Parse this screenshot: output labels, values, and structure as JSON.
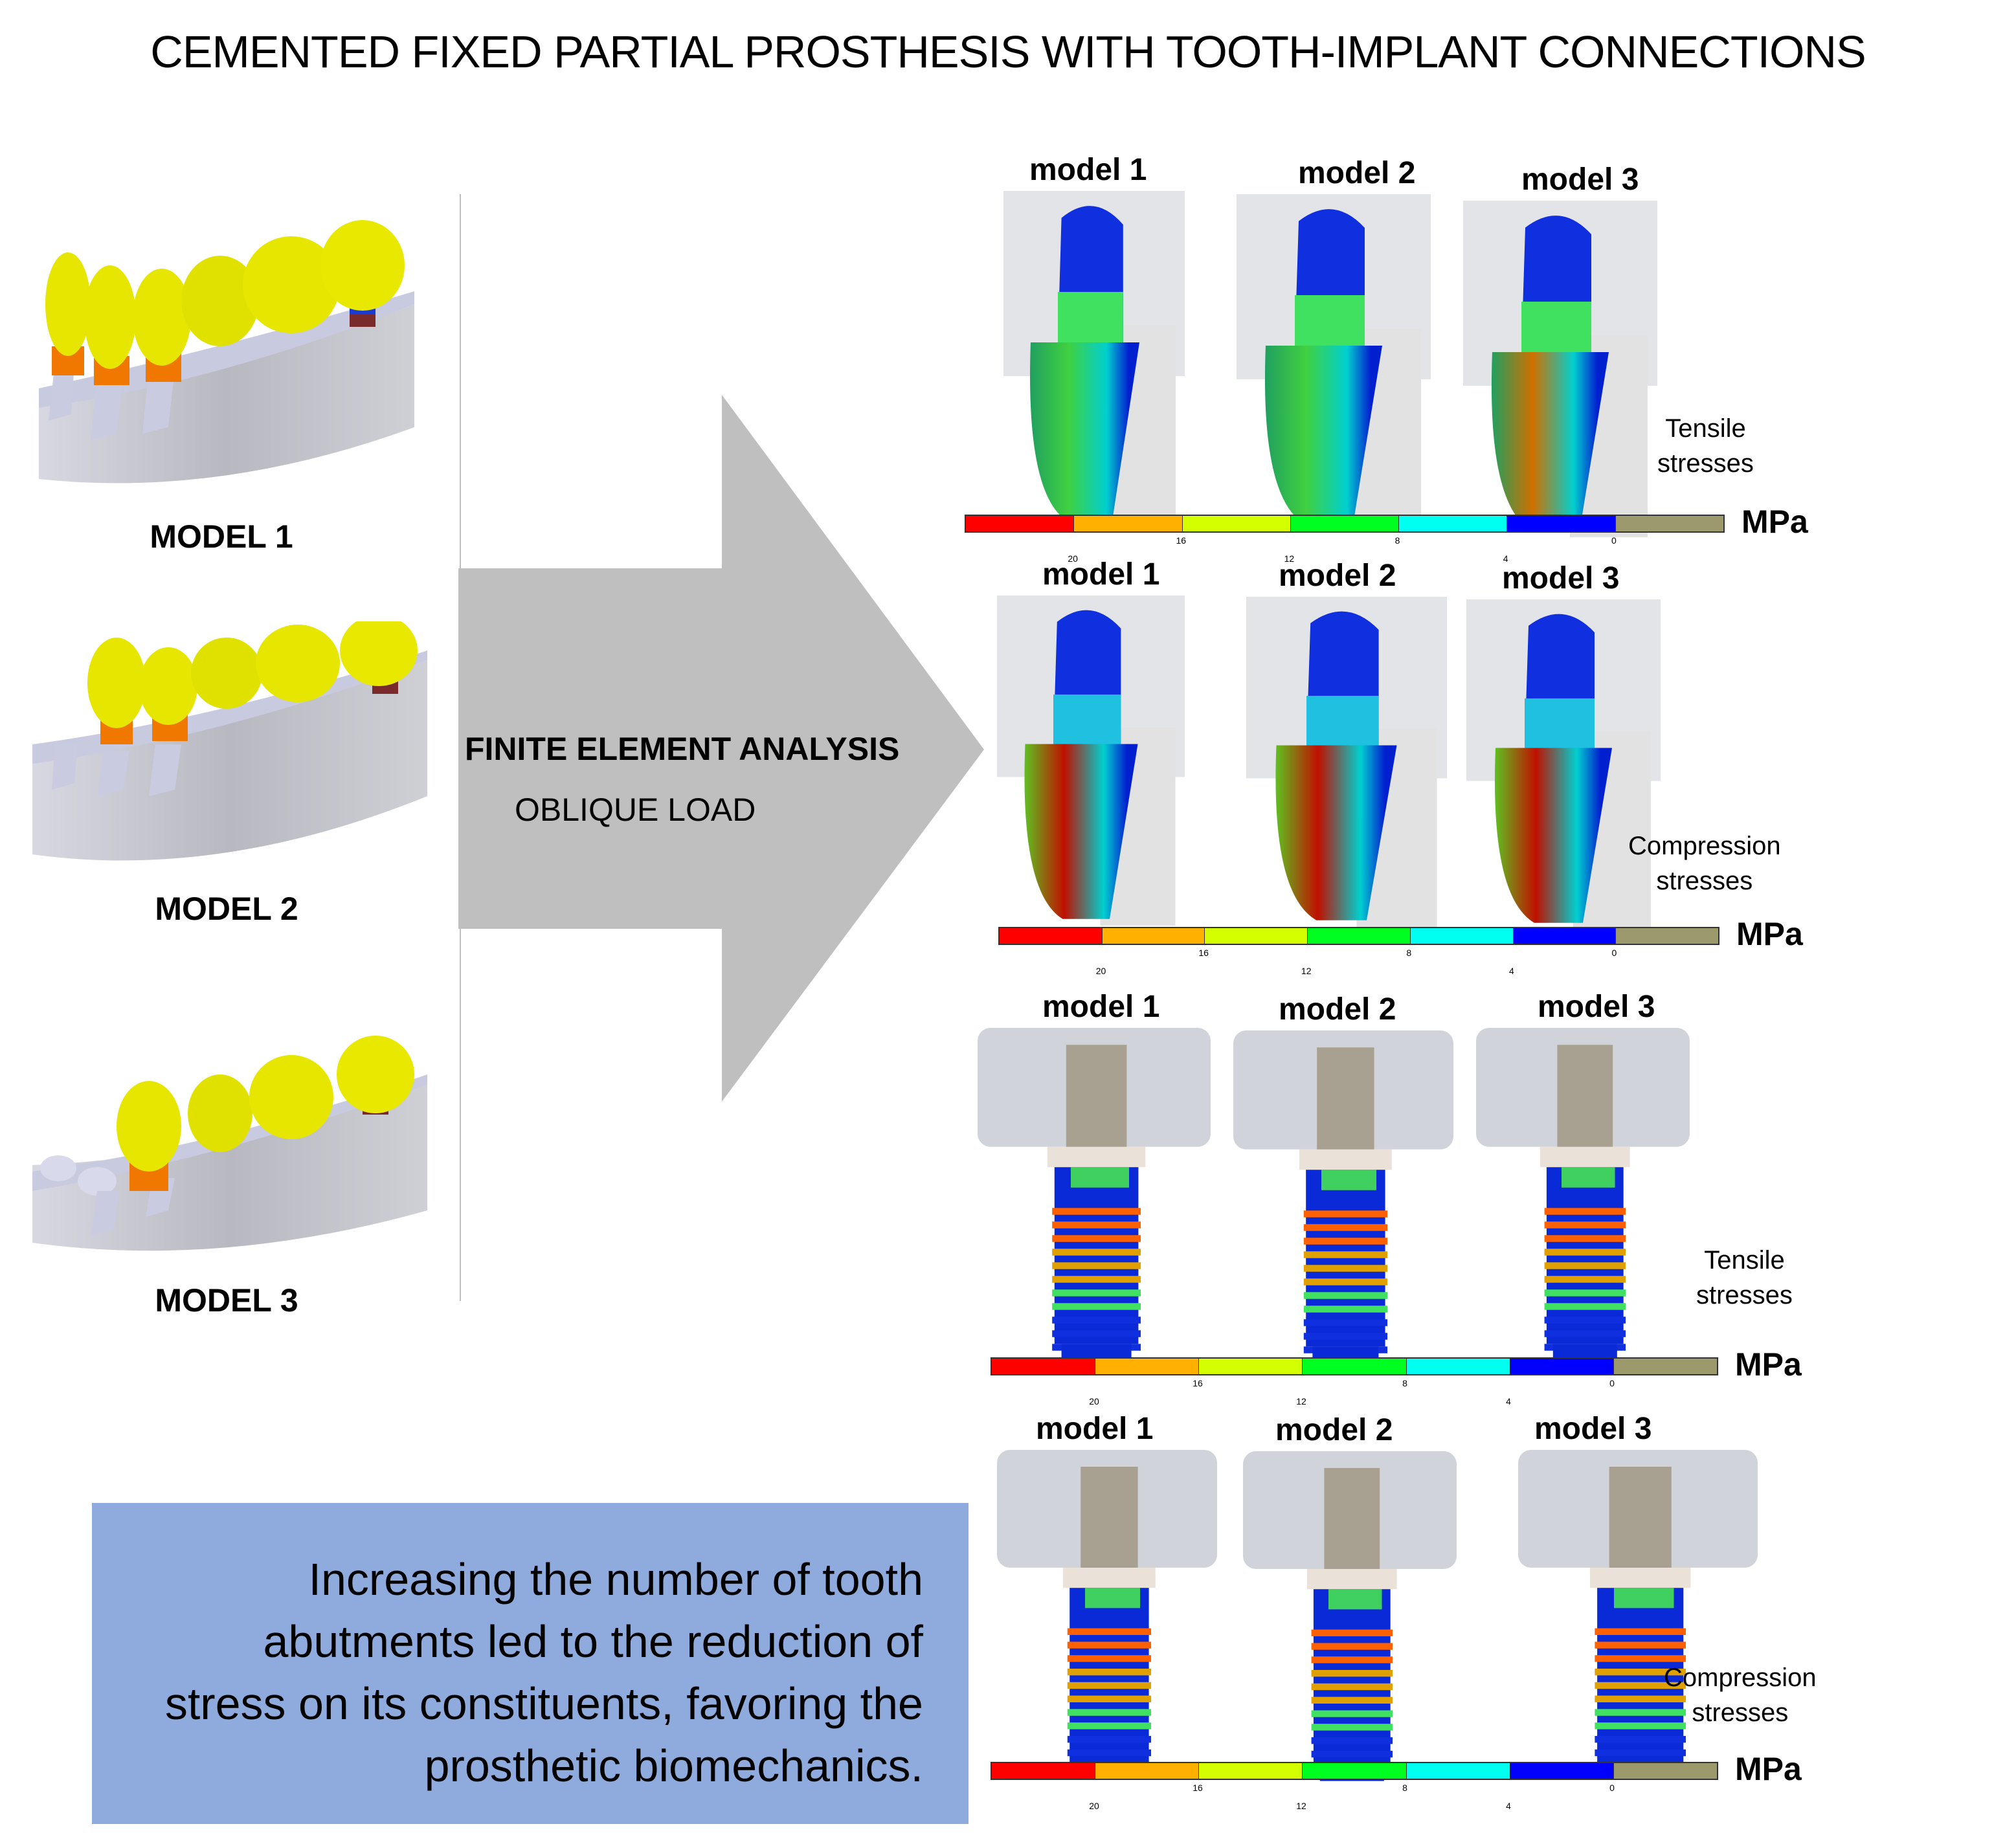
{
  "title": "CEMENTED FIXED PARTIAL PROSTHESIS WITH TOOTH-IMPLANT CONNECTIONS",
  "left_models": [
    {
      "label": "MODEL 1",
      "tooth_abutments": 3
    },
    {
      "label": "MODEL 2",
      "tooth_abutments": 2
    },
    {
      "label": "MODEL 3",
      "tooth_abutments": 1
    }
  ],
  "arrow": {
    "title": "FINITE ELEMENT ANALYSIS",
    "subtitle": "OBLIQUE LOAD"
  },
  "colors": {
    "arrow": "#bfbfbf",
    "summary_box": "#8faadc",
    "crown": "#e6e600",
    "tooth_abutment": "#f07800",
    "base": "#c8c8d2"
  },
  "scale": {
    "unit": "MPa",
    "colors": [
      "#ff0000",
      "#ffb000",
      "#d4ff00",
      "#00ff20",
      "#00fff0",
      "#0000ff",
      "#9c9a6c"
    ],
    "ticks_upper": [
      "16",
      "8",
      "0"
    ],
    "ticks_lower": [
      "20",
      "12",
      "4"
    ]
  },
  "panels": [
    {
      "component": "tooth",
      "stress": "Tensile",
      "side_label_1": "Tensile",
      "side_label_2": "stresses",
      "models": [
        "model 1",
        "model 2",
        "model 3"
      ]
    },
    {
      "component": "tooth",
      "stress": "Compression",
      "side_label_1": "Compression",
      "side_label_2": "stresses",
      "models": [
        "model 1",
        "model 2",
        "model 3"
      ]
    },
    {
      "component": "implant",
      "stress": "Tensile",
      "side_label_1": "Tensile",
      "side_label_2": "stresses",
      "models": [
        "model 1",
        "model 2",
        "model 3"
      ]
    },
    {
      "component": "implant",
      "stress": "Compression",
      "side_label_1": "Compression",
      "side_label_2": "stresses",
      "models": [
        "model 1",
        "model 2",
        "model 3"
      ]
    }
  ],
  "summary": "Increasing the number of tooth abutments led to the reduction of stress on its constituents, favoring the prosthetic biomechanics."
}
